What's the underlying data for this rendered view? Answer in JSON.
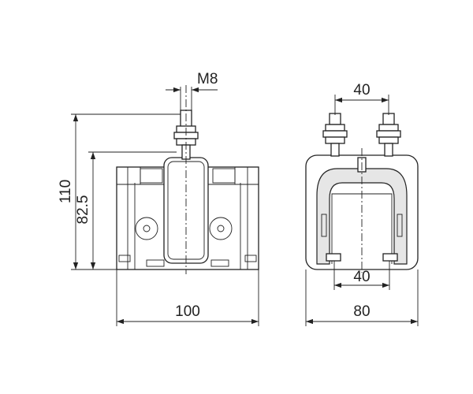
{
  "dimensions": {
    "thread": "M8",
    "height_total": "110",
    "height_body": "82.5",
    "width_front": "100",
    "bolt_spacing": "40",
    "channel_width": "40",
    "width_side": "80"
  }
}
